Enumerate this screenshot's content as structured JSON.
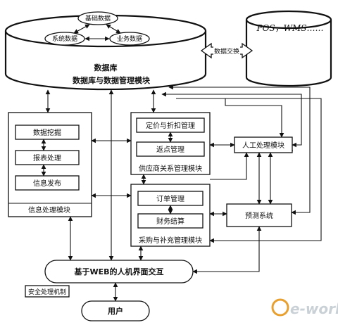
{
  "nodes": {
    "base_data": "基础数据",
    "system_data": "系统数据",
    "business_data": "业务数据",
    "database": "数据库",
    "db_module": "数据库与数据管理模块",
    "pos_wms": "POS，WMS……",
    "data_exchange": "数据交换",
    "data_mining": "数据挖掘",
    "report_processing": "报表处理",
    "info_publish": "信息发布",
    "info_module": "信息处理模块",
    "pricing": "定价与折扣管理",
    "rebate": "返点管理",
    "supplier_module": "供应商关系管理模块",
    "manual_module": "人工处理模块",
    "order_mgmt": "订单管理",
    "finance": "财务结算",
    "forecast": "预测系统",
    "purchase_module": "采购与补充管理模块",
    "web_ui": "基于WEB的人机界面交互",
    "security": "安全处理机制",
    "user": "用户"
  },
  "watermark": "e-works"
}
